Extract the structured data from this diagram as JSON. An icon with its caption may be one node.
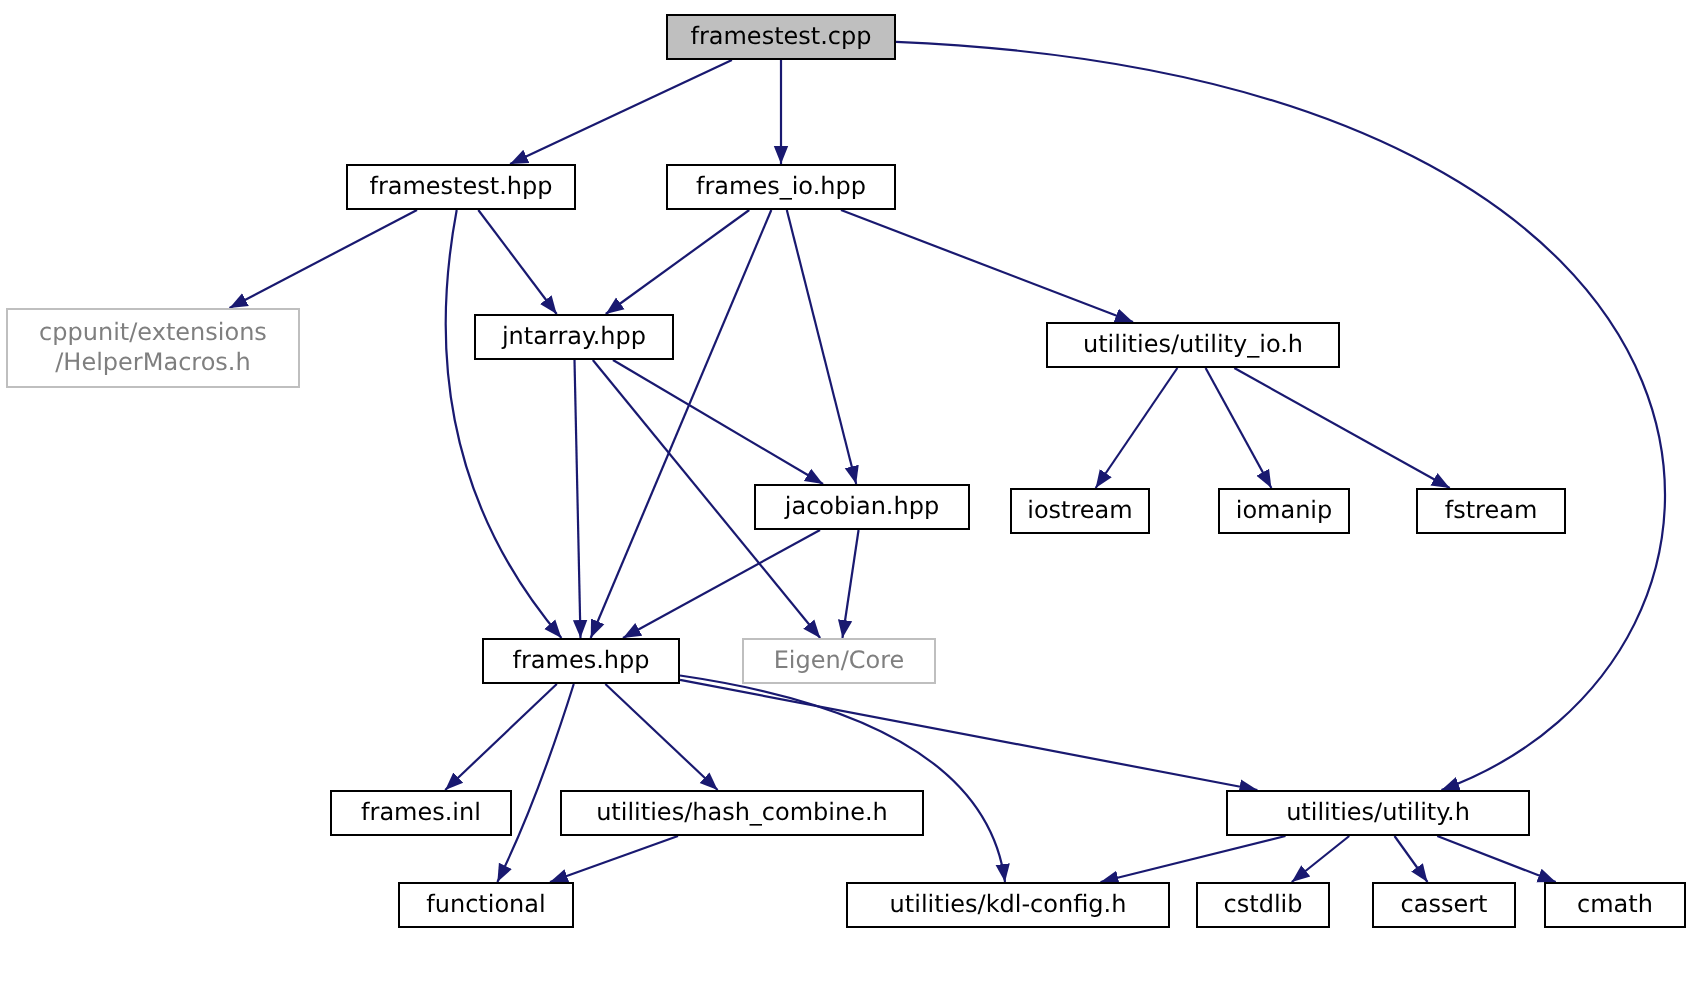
{
  "diagram": {
    "nodes": [
      {
        "text": [
          "framestest.cpp"
        ]
      },
      {
        "text": [
          "framestest.hpp"
        ]
      },
      {
        "text": [
          "frames_io.hpp"
        ]
      },
      {
        "text": [
          "cppunit/extensions /HelperMacros.h"
        ]
      },
      {
        "text": [
          "jntarray.hpp"
        ]
      },
      {
        "text": [
          "utilities/utility_io.h"
        ]
      },
      {
        "text": [
          "jacobian.hpp"
        ]
      },
      {
        "text": [
          "iostream"
        ]
      },
      {
        "text": [
          "iomanip"
        ]
      },
      {
        "text": [
          "fstream"
        ]
      },
      {
        "text": [
          "frames.hpp"
        ]
      },
      {
        "text": [
          "Eigen/Core"
        ]
      },
      {
        "text": [
          "frames.inl"
        ]
      },
      {
        "text": [
          "utilities/hash_combine.h"
        ]
      },
      {
        "text": [
          "utilities/utility.h"
        ]
      },
      {
        "text": [
          "functional"
        ]
      },
      {
        "text": [
          "utilities/kdl-config.h"
        ]
      },
      {
        "text": [
          "cstdlib"
        ]
      },
      {
        "text": [
          "cassert"
        ]
      },
      {
        "text": [
          "cmath"
        ]
      }
    ],
    "edges": [
      {
        "from": 0,
        "to": 1,
        "arrow": "to"
      },
      {
        "from": 0,
        "to": 2,
        "arrow": "to"
      },
      {
        "from": 0,
        "to": 14,
        "arrow": "to"
      },
      {
        "from": 1,
        "to": 3,
        "arrow": "to"
      },
      {
        "from": 1,
        "to": 4,
        "arrow": "to"
      },
      {
        "from": 1,
        "to": 10,
        "arrow": "to"
      },
      {
        "from": 2,
        "to": 4,
        "arrow": "to"
      },
      {
        "from": 2,
        "to": 10,
        "arrow": "to"
      },
      {
        "from": 2,
        "to": 6,
        "arrow": "to"
      },
      {
        "from": 2,
        "to": 5,
        "arrow": "to"
      },
      {
        "from": 4,
        "to": 10,
        "arrow": "to"
      },
      {
        "from": 4,
        "to": 6,
        "arrow": "to"
      },
      {
        "from": 4,
        "to": 11,
        "arrow": "to"
      },
      {
        "from": 5,
        "to": 7,
        "arrow": "to"
      },
      {
        "from": 5,
        "to": 8,
        "arrow": "to"
      },
      {
        "from": 5,
        "to": 9,
        "arrow": "to"
      },
      {
        "from": 6,
        "to": 10,
        "arrow": "to"
      },
      {
        "from": 6,
        "to": 11,
        "arrow": "to"
      },
      {
        "from": 10,
        "to": 12,
        "arrow": "to"
      },
      {
        "from": 10,
        "to": 13,
        "arrow": "to"
      },
      {
        "from": 10,
        "to": 15,
        "arrow": "to"
      },
      {
        "from": 10,
        "to": 16,
        "arrow": "to"
      },
      {
        "from": 10,
        "to": 14,
        "arrow": "to"
      },
      {
        "from": 13,
        "to": 15,
        "arrow": "to"
      },
      {
        "from": 14,
        "to": 16,
        "arrow": "to"
      },
      {
        "from": 14,
        "to": 17,
        "arrow": "to"
      },
      {
        "from": 14,
        "to": 18,
        "arrow": "to"
      },
      {
        "from": 14,
        "to": 19,
        "arrow": "to"
      }
    ]
  }
}
